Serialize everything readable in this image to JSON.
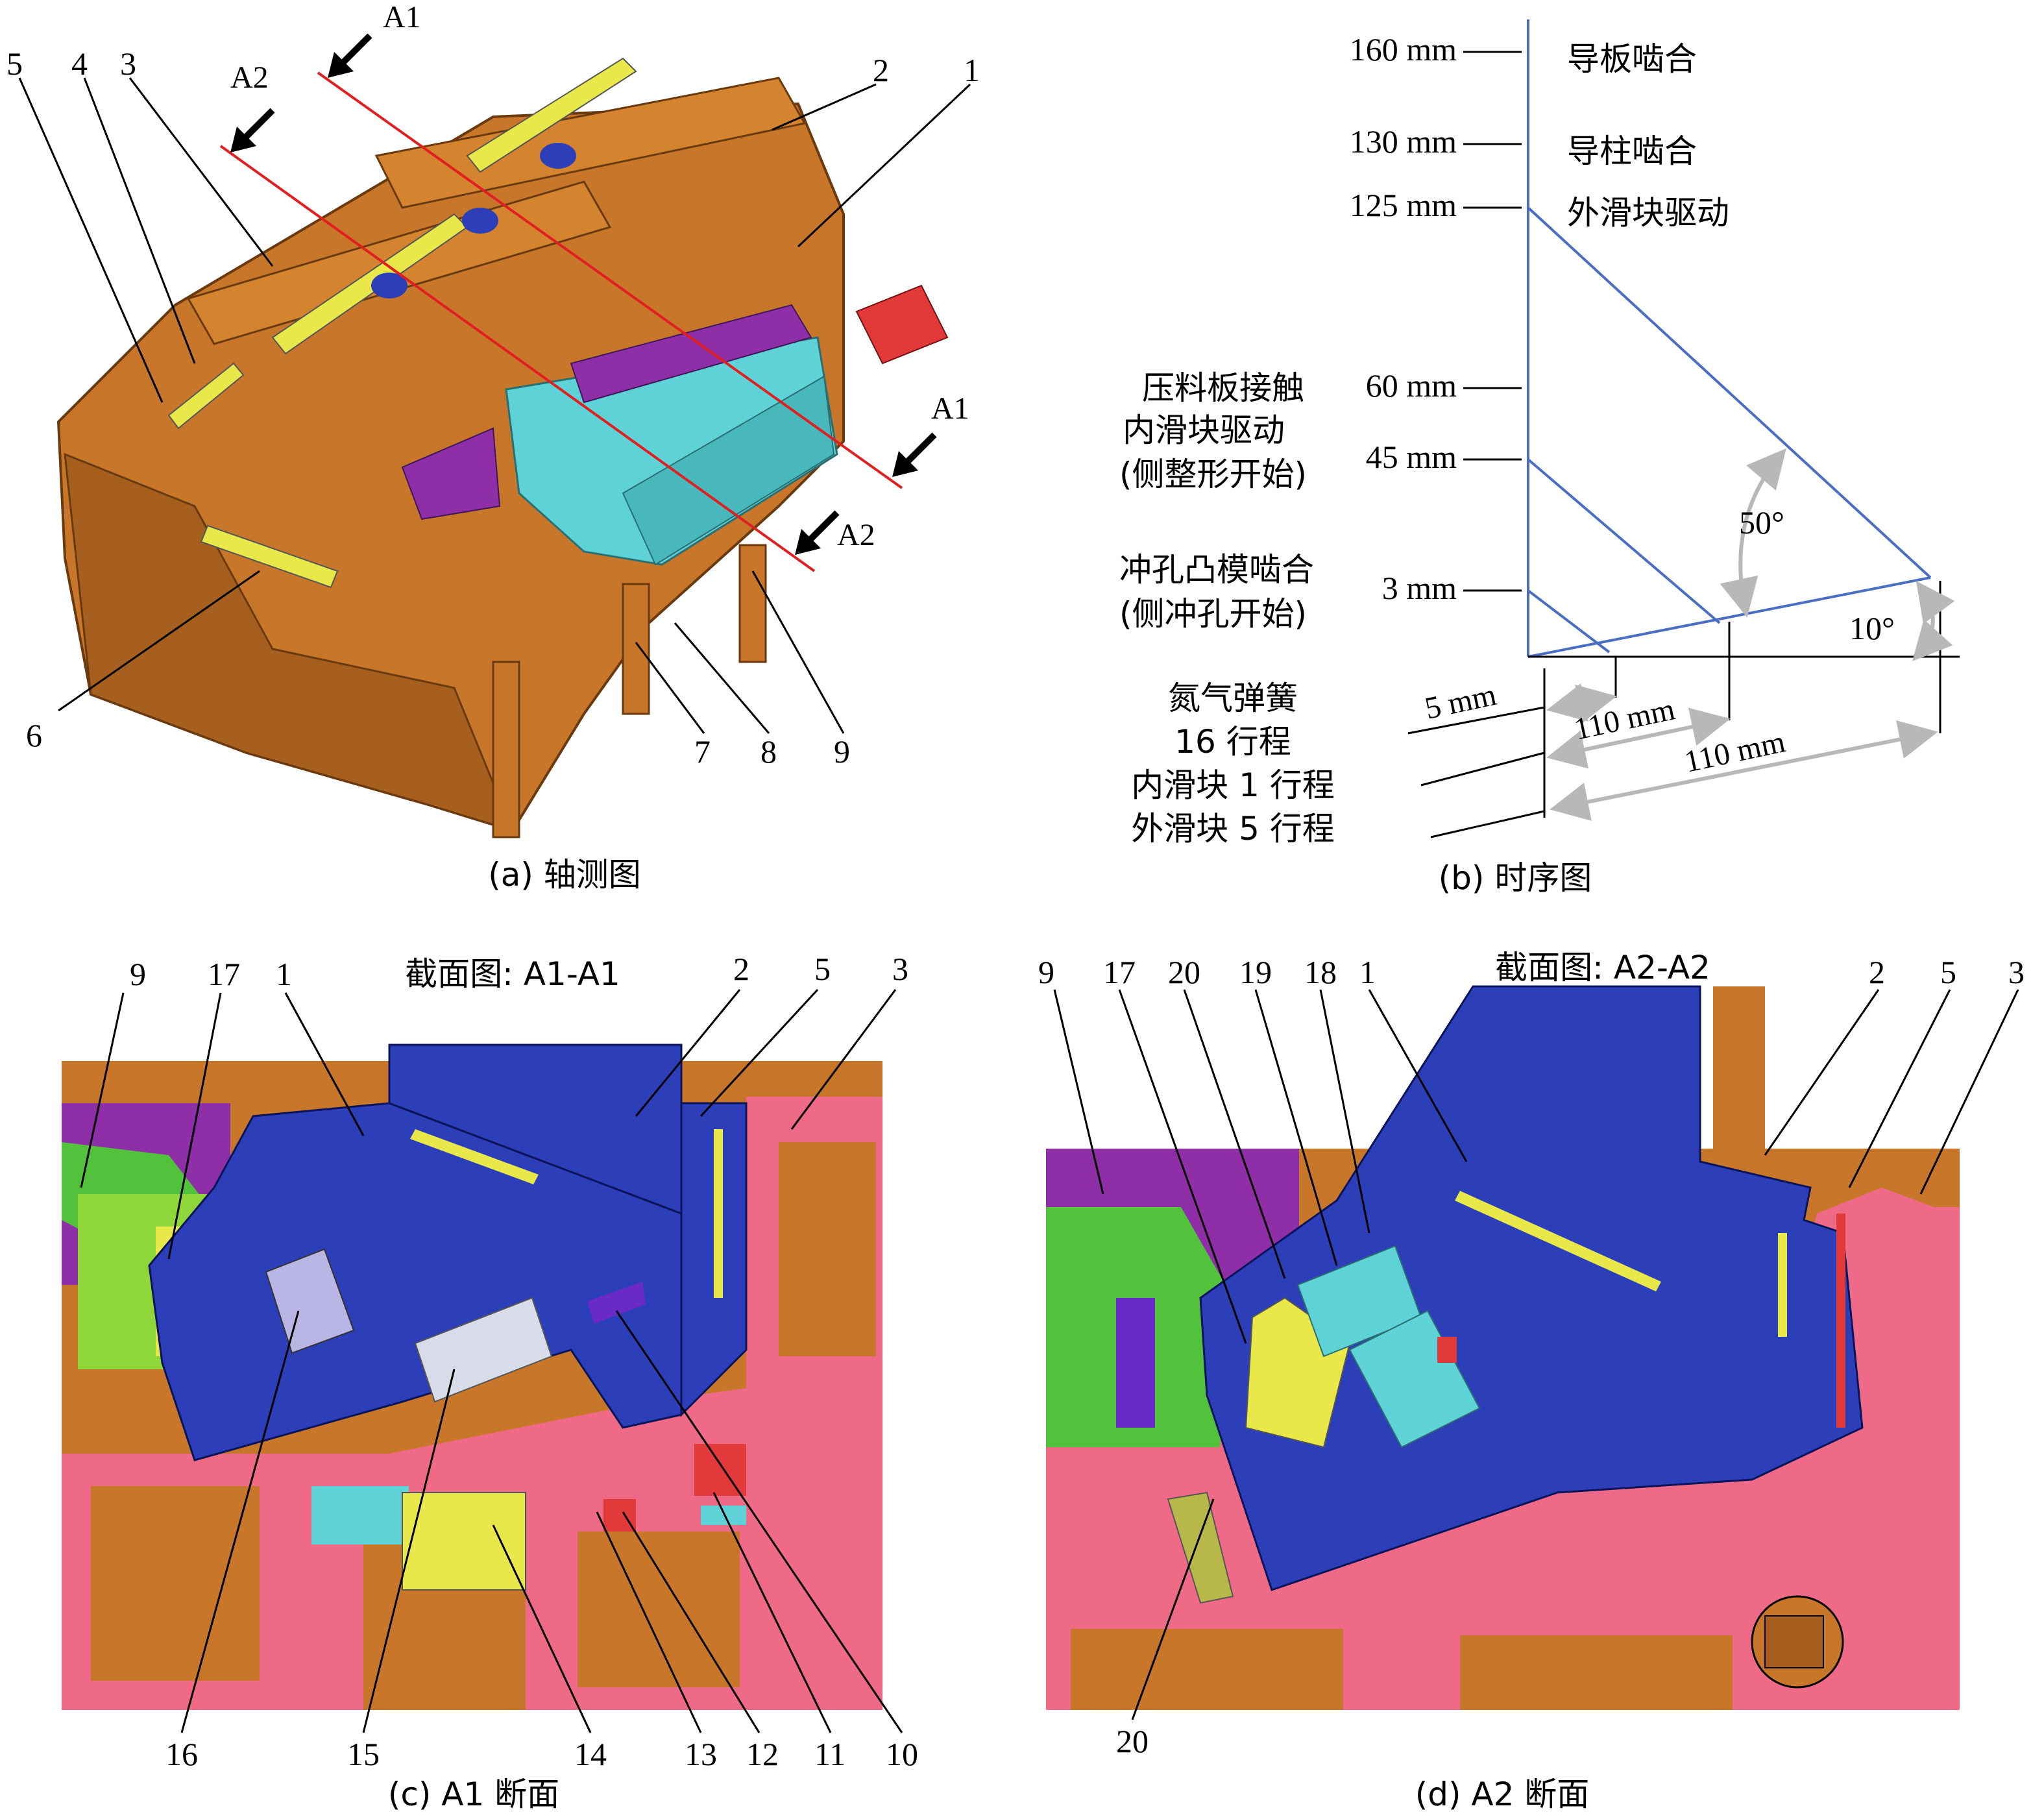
{
  "panels": {
    "a": {
      "caption": "(a) 轴测图",
      "section_marks": [
        "A1",
        "A2",
        "A1",
        "A2"
      ],
      "part_numbers": [
        "5",
        "4",
        "3",
        "2",
        "1",
        "6",
        "7",
        "8",
        "9"
      ]
    },
    "b": {
      "caption": "(b) 时序图",
      "levels": [
        {
          "value": "160 mm",
          "label": "导板啮合"
        },
        {
          "value": "130 mm",
          "label": "导柱啮合"
        },
        {
          "value": "125 mm",
          "label": "外滑块驱动"
        },
        {
          "value": "60 mm",
          "label": "压料板接触"
        },
        {
          "value": "45 mm",
          "label": "内滑块驱动"
        },
        {
          "value": "3 mm",
          "label": "冲孔凸模啮合"
        }
      ],
      "extra_labels": [
        "(侧整形开始)",
        "(侧冲孔开始)"
      ],
      "angle_1": "50°",
      "angle_2": "10°",
      "travel_1": "5 mm",
      "travel_2": "110 mm",
      "travel_3": "110 mm",
      "stroke_notes": [
        "氮气弹簧",
        "16 行程",
        "内滑块 1 行程",
        "外滑块 5 行程"
      ]
    },
    "c": {
      "caption": "(c) A1 断面",
      "title": "截面图: A1-A1",
      "top_numbers": [
        "9",
        "17",
        "1",
        "2",
        "5",
        "3"
      ],
      "bottom_numbers": [
        "16",
        "15",
        "14",
        "13",
        "12",
        "11",
        "10"
      ]
    },
    "d": {
      "caption": "(d) A2 断面",
      "title": "截面图: A2-A2",
      "top_numbers": [
        "9",
        "17",
        "20",
        "19",
        "18",
        "1",
        "2",
        "5",
        "3"
      ],
      "bottom_numbers": [
        "20"
      ]
    }
  },
  "colors": {
    "brown": "#c8762a",
    "dark_brown": "#8a4d14",
    "blue": "#2c3fb8",
    "pink": "#ee6a86",
    "cyan": "#5ed2d6",
    "purple": "#8e2fa8",
    "yellow": "#e8e84a",
    "green": "#52c23c",
    "line_blue": "#4a6fc2",
    "gray_arrow": "#b8b8b8",
    "red_line": "#e02020"
  }
}
